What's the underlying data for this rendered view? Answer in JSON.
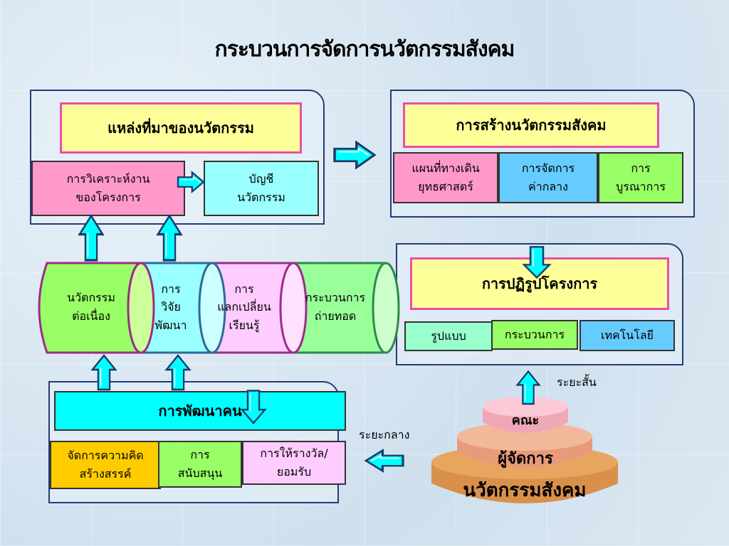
{
  "title": "กระบวนการจัดการนวัตกรรมสังคม",
  "source": {
    "heading": "แหล่งที่มาของนวัตกรรม",
    "analysis": "การวิเคราะห์งาน\nของโครงการ",
    "account": "บัญชี\nนวัตกรรม"
  },
  "creation": {
    "heading": "การสร้างนวัตกรรมสังคม",
    "items": [
      "แผนที่ทางเดิน\nยุทธศาสตร์",
      "การจัดการ\nค่ากลาง",
      "การ\nบูรณาการ"
    ]
  },
  "cylinders": [
    "นวัตกรรม\nต่อเนื่อง",
    "การ\nวิจัย\nพัฒนา",
    "การ\nแลกเปลี่ยน\nเรียนรู้",
    "กระบวนการ\nถ่ายทอด"
  ],
  "reform": {
    "heading": "การปฏิรูปโครงการ",
    "items": [
      "รูปแบบ",
      "กระบวนการ",
      "เทคโนโลยี"
    ]
  },
  "people": {
    "heading": "การพัฒนาคน",
    "items": [
      "จัดการความคิด\nสร้างสรรค์",
      "การ\nสนับสนุน",
      "การให้รางวัล/\nยอมรับ"
    ]
  },
  "pyramid": {
    "levels": [
      "คณะ",
      "ผู้จัดการ",
      "นวัตกรรมสังคม"
    ],
    "short_term": "ระยะสั้น",
    "mid_term": "ระยะกลาง"
  },
  "colors": {
    "pink": "#ff99cc",
    "cyan": "#66ffff",
    "lightcyan": "#99ffff",
    "yellow": "#ffff99",
    "green": "#99ff66",
    "blue": "#66ccff",
    "mint": "#99ffcc",
    "orange": "#ffcc00"
  }
}
